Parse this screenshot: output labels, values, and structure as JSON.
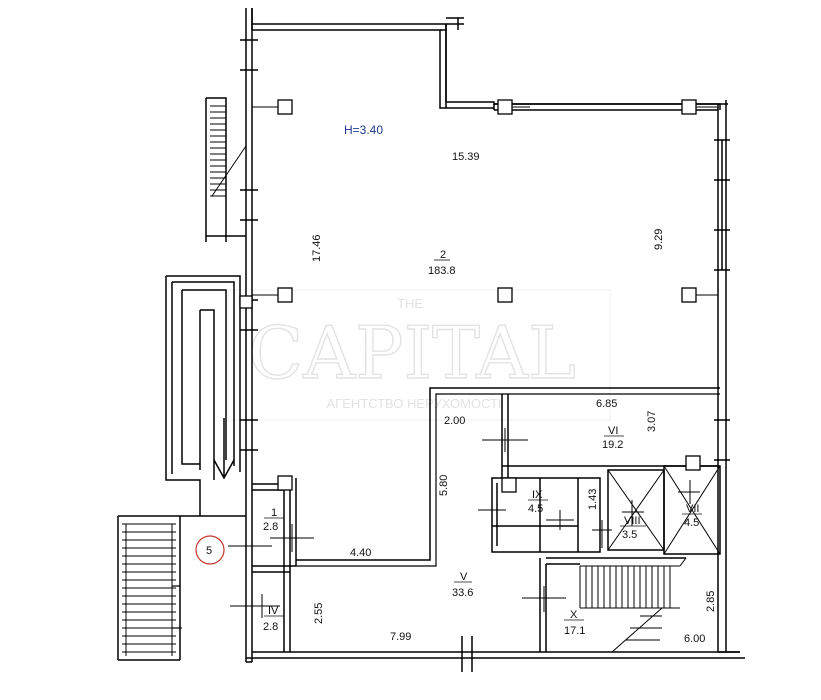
{
  "plan": {
    "ceiling_height": "H=3.40",
    "dimensions": {
      "top_width": "15.39",
      "left_height": "17.46",
      "right_height": "9.29",
      "room6_width": "6.85",
      "room6_height": "3.07",
      "corridor_short": "2.00",
      "corridor_height": "5.80",
      "wc_height": "1.43",
      "lower_width": "4.40",
      "bottom_left_height": "2.55",
      "bottom_width": "7.99",
      "stair_right_height": "2.85",
      "stair_right_width": "6.00"
    },
    "rooms": [
      {
        "number": "2",
        "area": "183.8"
      },
      {
        "number": "VI",
        "area": "19.2"
      },
      {
        "number": "IX",
        "area": "4.5"
      },
      {
        "number": "VIII",
        "area": "3.5"
      },
      {
        "number": "VII",
        "area": "4.5"
      },
      {
        "number": "1",
        "area": "2.8"
      },
      {
        "number": "IV",
        "area": "2.8"
      },
      {
        "number": "V",
        "area": "33.6"
      },
      {
        "number": "X",
        "area": "17.1"
      }
    ],
    "entrance_marker": "5",
    "watermark": {
      "top": "THE",
      "main": "CAPITAL",
      "sub": "АГЕНТСТВО НЕРУХОМОСТІ"
    }
  }
}
